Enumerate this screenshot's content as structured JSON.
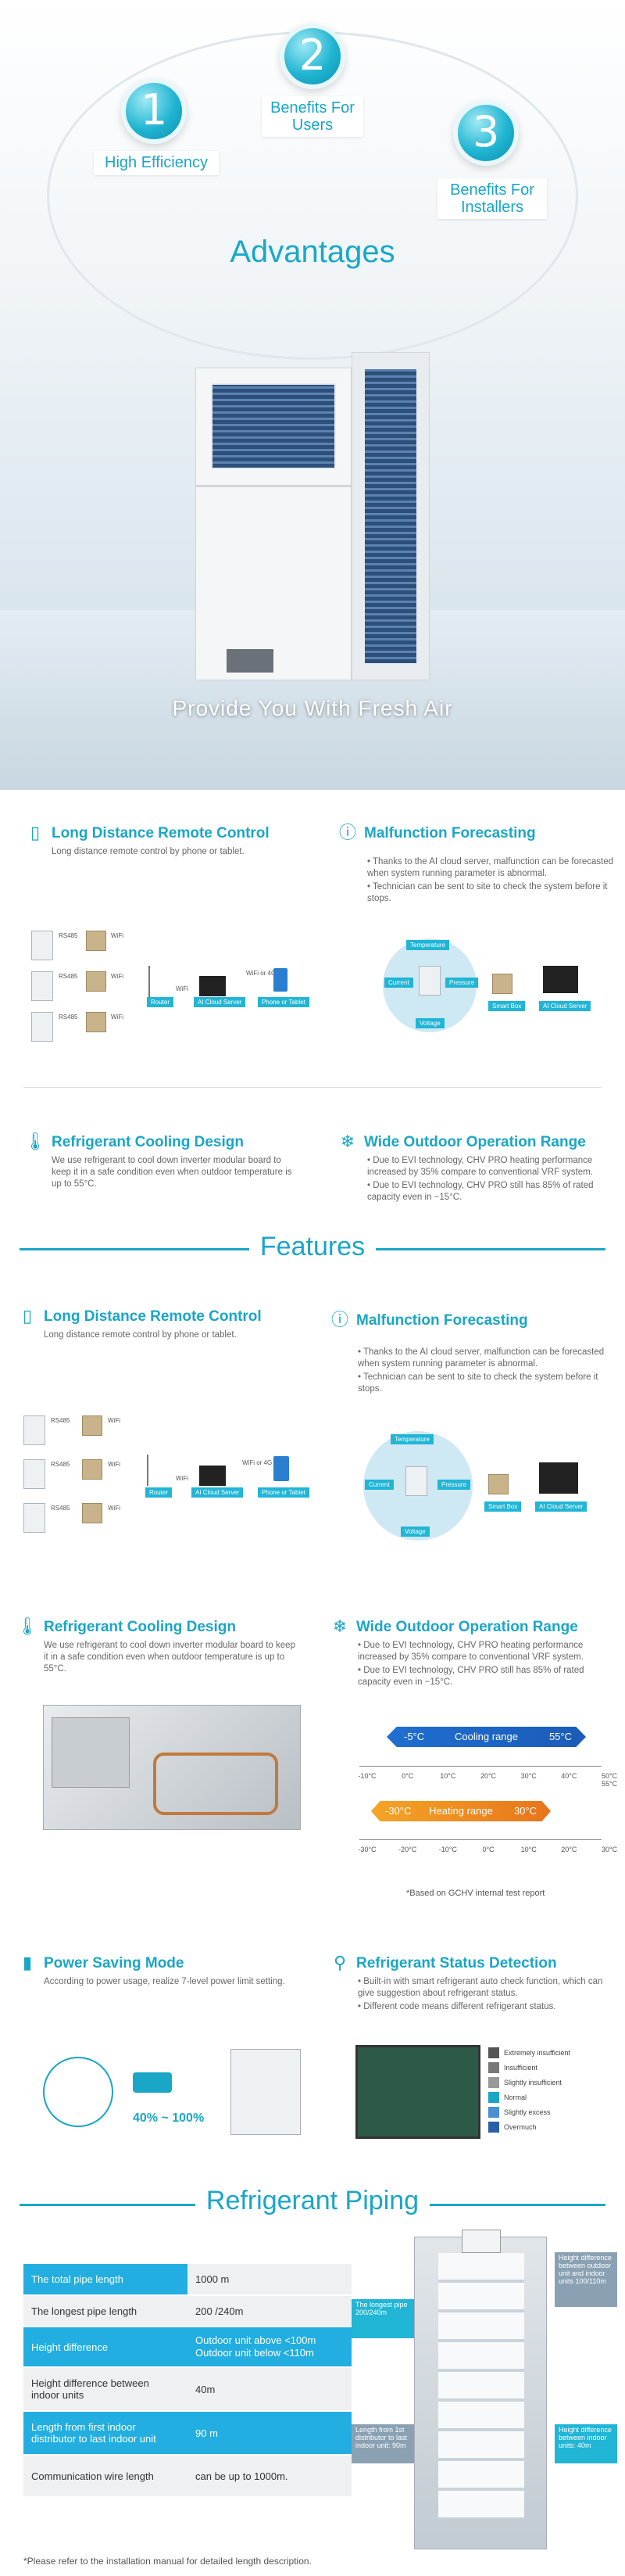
{
  "hero": {
    "bubbles": [
      "1",
      "2",
      "3"
    ],
    "labels": [
      "High Efficiency",
      "Benefits For Users",
      "Benefits For Installers"
    ],
    "title": "Advantages",
    "tagline": "Provide You With Fresh Air"
  },
  "adv_blocks": {
    "remote": {
      "title": "Long Distance Remote Control",
      "desc": "Long distance remote control by phone or tablet."
    },
    "malf": {
      "title": "Malfunction Forecasting",
      "bullets": [
        "Thanks to the AI cloud server, malfunction can be forecasted when system running parameter is abnormal.",
        "Technician can be sent to site to check the system before it stops."
      ]
    },
    "cooling": {
      "title": "Refrigerant Cooling Design",
      "desc": "We use refrigerant to cool down inverter modular board to keep it in a safe condition even when outdoor temperature is up to 55°C."
    },
    "wide": {
      "title": "Wide Outdoor Operation Range",
      "bullets": [
        "Due to EVI technology, CHV PRO heating performance increased by 35% compare to conventional VRF system.",
        "Due to EVI technology, CHV PRO still has 85% of rated capacity even in −15°C."
      ]
    }
  },
  "diagram": {
    "rs485": "RS485",
    "wifi": "WiFi",
    "wifi2": "WiFi",
    "router": "Router",
    "cloud": "AI Cloud Server",
    "phone": "Phone or Tablet",
    "wifi_4g": "WiFi or 4G",
    "temperature": "Temperature",
    "current": "Current",
    "pressure": "Pressure",
    "voltage": "Voltage",
    "smartbox": "Smart Box"
  },
  "features_title": "Features",
  "features": {
    "remote": {
      "title": "Long Distance Remote Control",
      "desc": "Long distance remote control by phone or tablet."
    },
    "malf": {
      "title": "Malfunction Forecasting",
      "bullets": [
        "Thanks to the AI cloud server, malfunction can be forecasted when system running parameter is abnormal.",
        "Technician can be sent to site to check the system before it stops."
      ]
    },
    "cooling": {
      "title": "Refrigerant Cooling Design",
      "desc": "We use refrigerant to cool down inverter modular board to keep it in a safe condition even when outdoor temperature is up to 55°C."
    },
    "wide": {
      "title": "Wide Outdoor Operation Range",
      "bullets": [
        "Due to EVI technology, CHV PRO heating performance increased by 35% compare to conventional VRF system.",
        "Due to EVI technology, CHV PRO still has 85% of rated capacity even in −15°C."
      ]
    },
    "range": {
      "cool_min": "-5°C",
      "cool_label": "Cooling range",
      "cool_max": "55°C",
      "cool_ticks": [
        "-10°C",
        "0°C",
        "10°C",
        "20°C",
        "30°C",
        "40°C",
        "50°C 55°C"
      ],
      "heat_min": "-30°C",
      "heat_label": "Heating range",
      "heat_max": "30°C",
      "heat_ticks": [
        "-30°C",
        "-20°C",
        "-10°C",
        "0°C",
        "10°C",
        "20°C",
        "30°C"
      ],
      "note": "*Based on GCHV internal test report"
    },
    "power": {
      "title": "Power Saving Mode",
      "desc": "According to power usage, realize 7-level power limit setting.",
      "percent": "40% ~ 100%"
    },
    "status": {
      "title": "Refrigerant Status Detection",
      "bullets": [
        "Built-in with smart refrigerant auto check function, which can give suggestion about refrigerant status.",
        "Different code means different refrigerant status."
      ],
      "levels": [
        "Extremely insufficient",
        "Insufficient",
        "Slightly insufficient",
        "Normal",
        "Slightly excess",
        "Overmuch"
      ]
    }
  },
  "piping": {
    "title": "Refrigerant Piping",
    "rows": [
      {
        "label": "The total pipe length",
        "value": "1000 m"
      },
      {
        "label": "The longest pipe length",
        "value": "200 /240m"
      },
      {
        "label": "Height difference",
        "value": "Outdoor unit  above <100m\nOutdoor unit  below <110m"
      },
      {
        "label": "Height difference between indoor units",
        "value": "40m"
      },
      {
        "label": "Length from first indoor distributor to last indoor unit",
        "value": "90 m"
      },
      {
        "label": "Communication wire length",
        "value": "can be up to 1000m."
      }
    ],
    "callouts": [
      "The longest pipe 200/240m",
      "Height difference between outdoor unit and indoor units 100/110m",
      "Length from 1st distributor to last indoor unit: 90m",
      "Height difference between indoor units: 40m"
    ],
    "note": "*Please refer to the installation manual for detailed length description."
  },
  "colors": {
    "accent": "#1aa6c6",
    "table_label": "#22aee0",
    "cool": "#1f6fd1",
    "heat": "#f08a18"
  }
}
